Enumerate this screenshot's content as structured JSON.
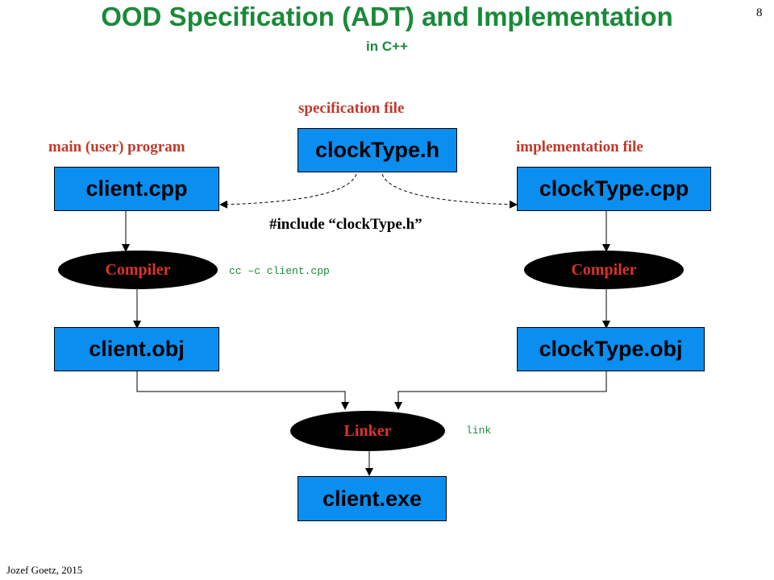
{
  "slide": {
    "title": "OOD Specification (ADT) and Implementation",
    "subtitle": "in C++",
    "page_number": "8",
    "author_footer": "Jozef Goetz, 2015"
  },
  "labels": {
    "specification_file": "specification file",
    "main_program": "main (user) program",
    "implementation_file": "implementation file",
    "include_directive": "#include “clockType.h”",
    "compile_command": "cc –c client.cpp",
    "link_command": "link"
  },
  "files": {
    "clocktype_h": "clockType.h",
    "client_cpp": "client.cpp",
    "clocktype_cpp": "clockType.cpp",
    "client_obj": "client.obj",
    "clocktype_obj": "clockType.obj",
    "client_exe": "client.exe"
  },
  "tools": {
    "compiler_left": "Compiler",
    "compiler_right": "Compiler",
    "linker": "Linker"
  },
  "colors": {
    "file_box": "#0a8ef0",
    "title_green": "#1a8a3a",
    "label_red": "#c0392b",
    "tool_text_red": "#d9342b"
  }
}
